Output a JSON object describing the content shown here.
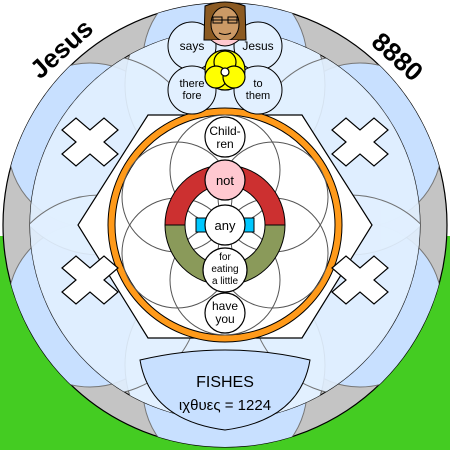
{
  "title_left": "Jesus",
  "title_right": "8880",
  "top_circles": {
    "says": "says",
    "jesus": "Jesus",
    "therefore_1": "there",
    "therefore_2": "fore",
    "to_them_1": "to",
    "to_them_2": "them"
  },
  "center_column": {
    "children_1": "Child-",
    "children_2": "ren",
    "not": "not",
    "any": "any",
    "for_eating_1": "for",
    "for_eating_2": "eating",
    "for_eating_3": "a little",
    "have_you_1": "have",
    "have_you_2": "you"
  },
  "bottom": {
    "fishes": "FISHES",
    "greek": "ιχθυες = 1224"
  },
  "colors": {
    "background_green": "#44cc22",
    "outer_gray": "#c4c4c4",
    "light_blue": "#c8e0ff",
    "pale_blue": "#e2f0ff",
    "orange_ring": "#ff9a1a",
    "red_ring": "#cc3030",
    "olive_ring": "#8a9a5a",
    "cyan_accent": "#00c8ff",
    "pink_accent": "#ffc8d0",
    "yellow_accent": "#ffff00",
    "face_skin": "#cc9a66",
    "hair_brown": "#8b5a22"
  },
  "icons": [
    "face-icon",
    "zigzag-icon",
    "trinity-knot-icon"
  ]
}
